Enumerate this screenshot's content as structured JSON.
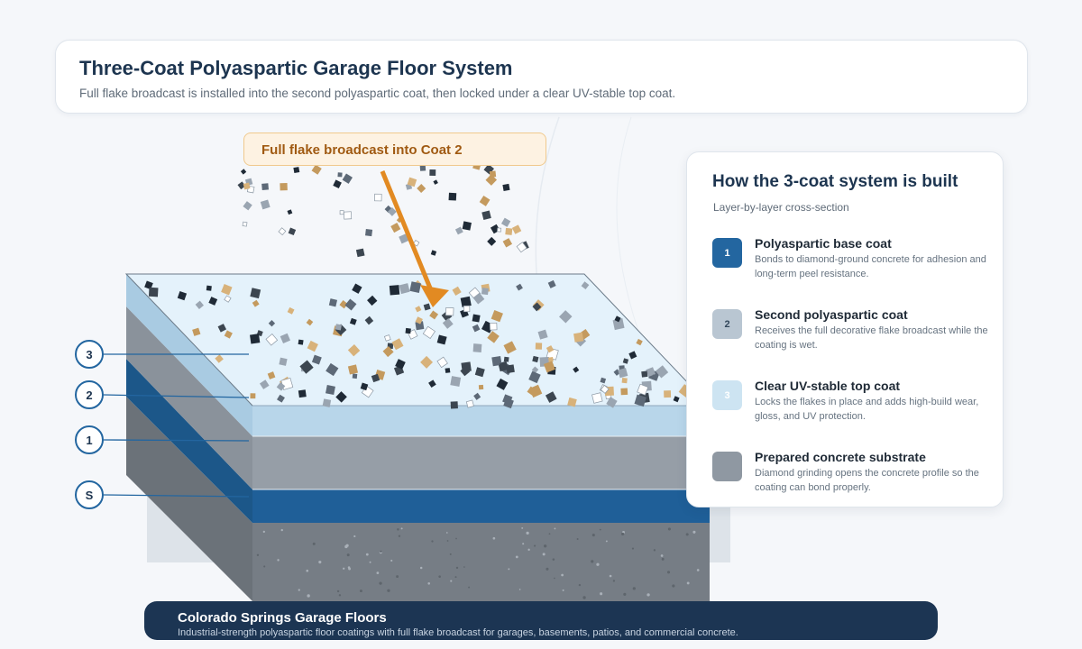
{
  "header": {
    "title": "Three-Coat Polyaspartic Garage Floor System",
    "subtitle": "Full flake broadcast is installed into the second polyaspartic coat, then locked under a clear UV-stable top coat."
  },
  "callout": {
    "label": "Full flake broadcast into Coat 2"
  },
  "markers": [
    {
      "label": "3",
      "layer": "Clear UV-stable top coat"
    },
    {
      "label": "2",
      "layer": "Second polyaspartic coat"
    },
    {
      "label": "1",
      "layer": "Polyaspartic base coat"
    },
    {
      "label": "S",
      "layer": "Prepared concrete substrate"
    }
  ],
  "legend": {
    "title": "How the 3-coat system is built",
    "subtitle": "Layer-by-layer cross-section",
    "items": [
      {
        "badge": "1",
        "name": "Polyaspartic base coat",
        "description": "Bonds to diamond-ground concrete for adhesion and long-term peel resistance.",
        "color": "#2366a0"
      },
      {
        "badge": "2",
        "name": "Second polyaspartic coat",
        "description": "Receives the full decorative flake broadcast while the coating is wet.",
        "color": "#b9c6d2"
      },
      {
        "badge": "3",
        "name": "Clear UV-stable top coat",
        "description": "Locks the flakes in place and adds high-build wear, gloss, and UV protection.",
        "color": "#cde4f2"
      },
      {
        "badge": "",
        "name": "Prepared concrete substrate",
        "description": "Diamond grinding opens the concrete profile so the coating can bond properly.",
        "color": "#8f98a2"
      }
    ]
  },
  "footer": {
    "title": "Colorado Springs Garage Floors",
    "subtitle": "Industrial-strength polyaspartic floor coatings with full flake broadcast for garages, basements, patios, and commercial concrete."
  },
  "colors": {
    "accent_orange": "#e28a22",
    "navy": "#1c3553",
    "base_coat_blue": "#1f5f98",
    "concrete_gray": "#7d848c"
  }
}
